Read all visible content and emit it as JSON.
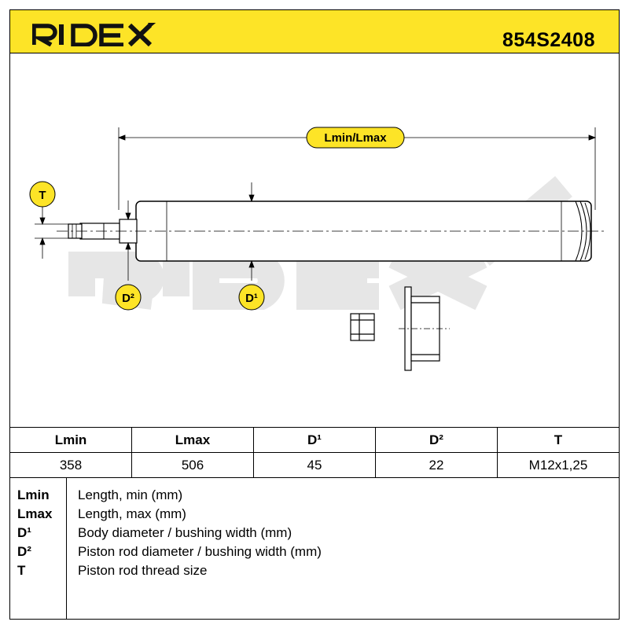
{
  "header": {
    "brand": "RIDEX",
    "part_number": "854S2408"
  },
  "drawing": {
    "callouts": {
      "overall_length": "Lmin/Lmax",
      "thread": "T",
      "rod_diameter": "D²",
      "body_diameter": "D¹"
    },
    "watermark": "RIDEX",
    "accent_color": "#fde427"
  },
  "spec_table": {
    "headers": [
      "Lmin",
      "Lmax",
      "D¹",
      "D²",
      "T"
    ],
    "values": [
      "358",
      "506",
      "45",
      "22",
      "M12x1,25"
    ]
  },
  "legend": [
    {
      "key": "Lmin",
      "desc": "Length, min (mm)"
    },
    {
      "key": "Lmax",
      "desc": "Length, max (mm)"
    },
    {
      "key": "D¹",
      "desc": "Body diameter / bushing width (mm)"
    },
    {
      "key": "D²",
      "desc": "Piston rod diameter / bushing width (mm)"
    },
    {
      "key": "T",
      "desc": "Piston rod thread size"
    }
  ]
}
